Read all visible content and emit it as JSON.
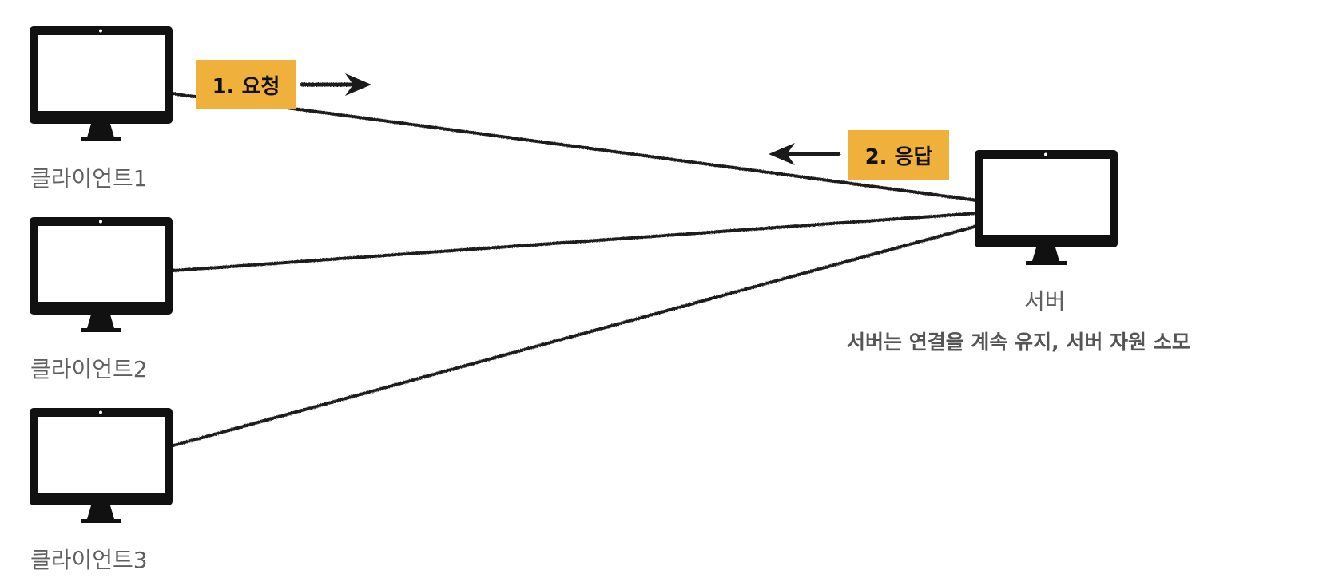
{
  "clients": [
    {
      "label": "클라이언트1"
    },
    {
      "label": "클라이언트2"
    },
    {
      "label": "클라이언트3"
    }
  ],
  "server": {
    "label": "서버",
    "note": "서버는 연결을 계속 유지, 서버 자원 소모"
  },
  "steps": {
    "request": "1. 요청",
    "response": "2. 응답"
  },
  "colors": {
    "tag_background": "#f0b03c",
    "monitor": "#111111",
    "line": "#1a1a1a"
  }
}
